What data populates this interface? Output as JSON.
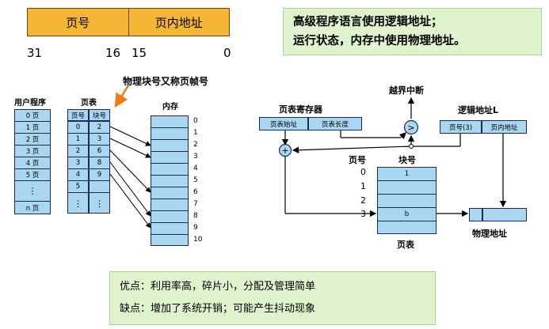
{
  "address_format": {
    "page_no_label": "页号",
    "page_offset_label": "页内地址",
    "bits": [
      "31",
      "16",
      "15",
      "0"
    ]
  },
  "note_top": {
    "line1": "高级程序语言使用逻辑地址；",
    "line2": "运行状态，内存中使用物理地址。"
  },
  "left_diagram": {
    "annotation": "物理块号又称页帧号",
    "user_program": {
      "title": "用户程序",
      "pages": [
        "0 页",
        "1 页",
        "2 页",
        "3 页",
        "4 页",
        "5 页",
        "⋮",
        "n 页"
      ]
    },
    "page_table": {
      "title": "页表",
      "header": [
        "页号",
        "块号"
      ],
      "rows": [
        [
          "0",
          "2"
        ],
        [
          "1",
          "3"
        ],
        [
          "2",
          "6"
        ],
        [
          "3",
          "8"
        ],
        [
          "4",
          "9"
        ],
        [
          "5",
          ""
        ],
        [
          "⋮",
          "⋮"
        ]
      ]
    },
    "memory": {
      "title": "内存",
      "blocks": [
        "0",
        "1",
        "2",
        "3",
        "4",
        "5",
        "6",
        "7",
        "8",
        "9",
        "10"
      ]
    }
  },
  "right_diagram": {
    "ptr_title": "页表寄存器",
    "ptr_fields": [
      "页表始址",
      "页表长度"
    ],
    "overflow_label": "越界中断",
    "logical_title": "逻辑地址L",
    "logical_fields": [
      "页号(3)",
      "页内地址"
    ],
    "page_no_label": "页号",
    "block_no_label": "块号",
    "indices": [
      "0",
      "1",
      "2",
      "3"
    ],
    "table_entries": [
      "1",
      "",
      "",
      "b",
      ""
    ],
    "page_table_label": "页表",
    "physical_label": "物理地址",
    "compare_symbol": ">",
    "add_symbol": "+"
  },
  "note_bottom": {
    "pros": "优点：利用率高，碎片小，分配及管理简单",
    "cons": "缺点：增加了系统开销；可能产生抖动现象"
  },
  "colors": {
    "orange_box": "#f5b638",
    "note_bg": "#dff3cf",
    "table_blue": "#a9d7ef",
    "annotation_arrow": "#f07a1a"
  }
}
